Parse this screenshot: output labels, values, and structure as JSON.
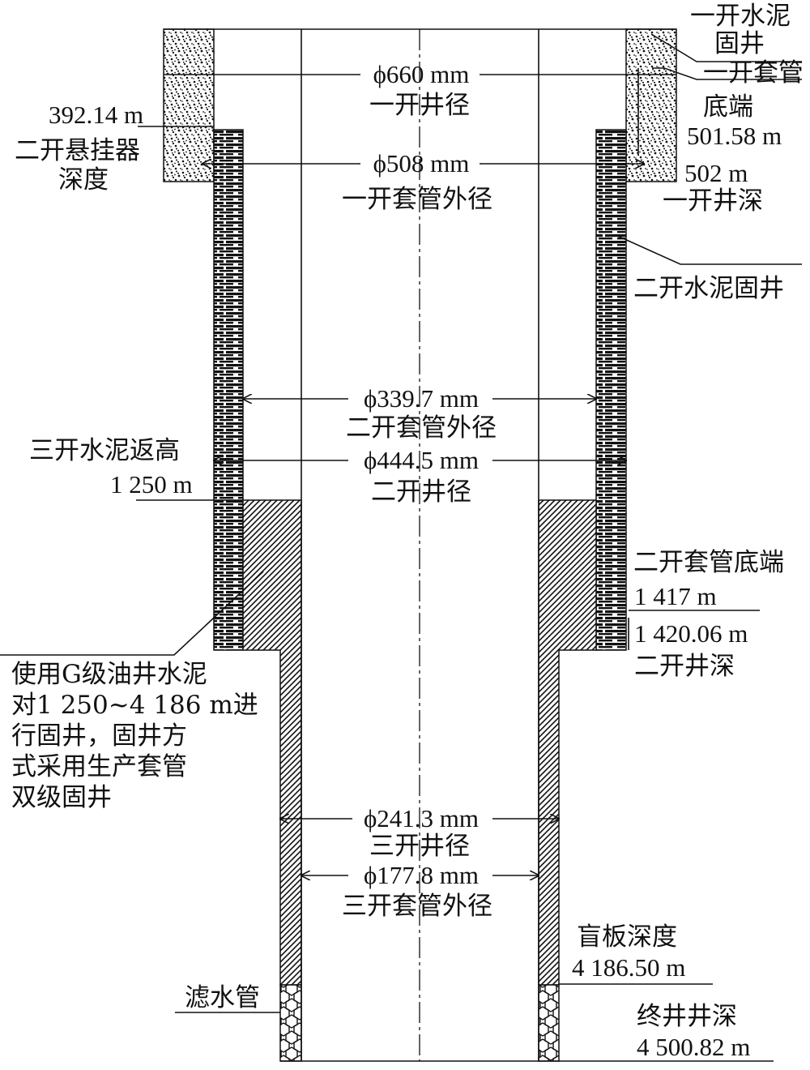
{
  "labels": {
    "first_cement": [
      "一开水泥",
      "固井"
    ],
    "first_casing_bottom": [
      "一开套管",
      "底端",
      "501.58 m"
    ],
    "first_depth": [
      "502 m",
      "一开井深"
    ],
    "hanger": [
      "392.14 m",
      "二开悬挂器",
      "深度"
    ],
    "second_cement": "二开水泥固井",
    "third_cement_top": [
      "三开水泥返高",
      "1 250 m"
    ],
    "second_casing_bottom": [
      "二开套管底端",
      "1 417 m"
    ],
    "second_depth": [
      "1 420.06 m",
      "二开井深"
    ],
    "cement_note": [
      "使用G级油井水泥",
      "对1 250~4 186 m进",
      "行固井，固井方",
      "式采用生产套管",
      "双级固井"
    ],
    "blind_plate": [
      "盲板深度",
      "4 186.50 m"
    ],
    "screen_pipe": "滤水管",
    "final_depth": [
      "终井井深",
      "4 500.82 m"
    ]
  },
  "dimensions": {
    "d1": [
      "ϕ660 mm",
      "一开井径"
    ],
    "d2": [
      "ϕ508 mm",
      "一开套管外径"
    ],
    "d3": [
      "ϕ339.7 mm",
      "二开套管外径"
    ],
    "d4": [
      "ϕ444.5 mm",
      "二开井径"
    ],
    "d5": [
      "ϕ241.3 mm",
      "三开井径"
    ],
    "d6": [
      "ϕ177.8 mm",
      "三开套管外径"
    ]
  }
}
